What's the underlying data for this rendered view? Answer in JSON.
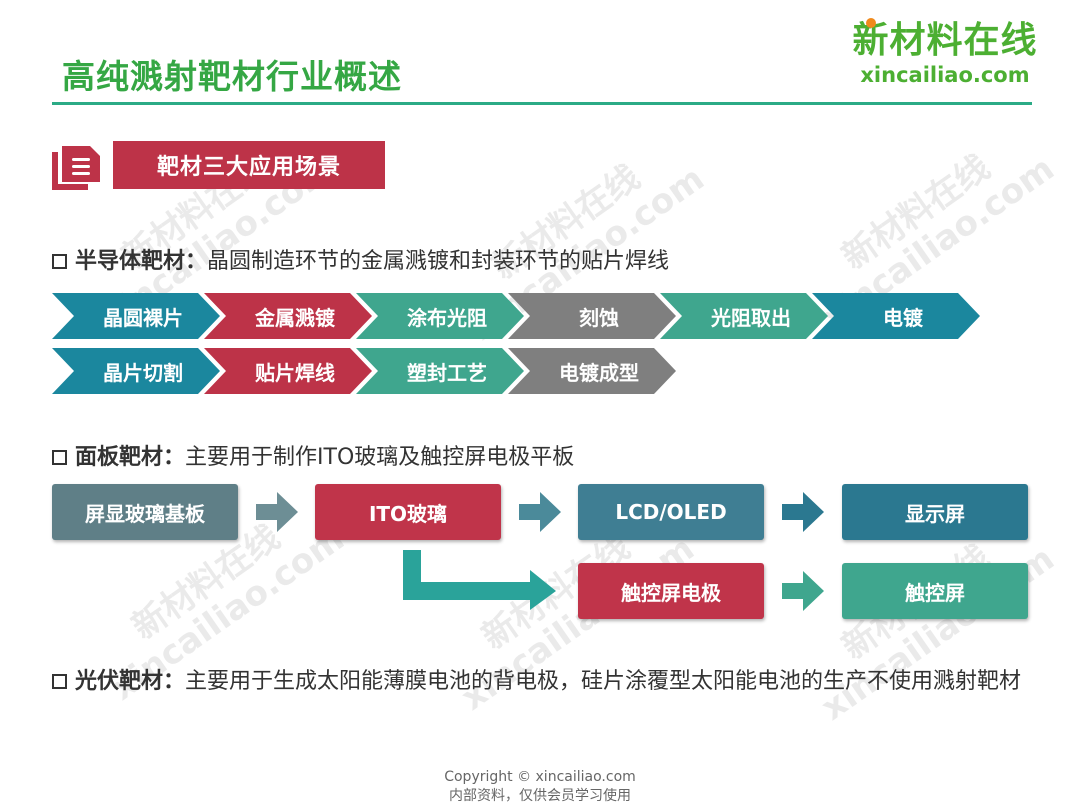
{
  "header": {
    "title": "高纯溅射靶材行业概述",
    "logo_cn": "新材料在线",
    "logo_en": "xincailiao.com"
  },
  "section": {
    "label": "靶材三大应用场景"
  },
  "semiconductor": {
    "label": "半导体靶材：",
    "desc": "晶圆制造环节的金属溅镀和封装环节的贴片焊线",
    "row1": [
      "晶圆裸片",
      "金属溅镀",
      "涂布光阻",
      "刻蚀",
      "光阻取出",
      "电镀"
    ],
    "row2": [
      "晶片切割",
      "贴片焊线",
      "塑封工艺",
      "电镀成型"
    ]
  },
  "panel": {
    "label": "面板靶材：",
    "desc": "主要用于制作ITO玻璃及触控屏电极平板",
    "main_flow": [
      "屏显玻璃基板",
      "ITO玻璃",
      "LCD/OLED",
      "显示屏"
    ],
    "branch_flow": [
      "触控屏电极",
      "触控屏"
    ]
  },
  "pv": {
    "label": "光伏靶材：",
    "desc": "主要用于生成太阳能薄膜电池的背电极，硅片涂覆型太阳能电池的生产不使用溅射靶材"
  },
  "watermark": {
    "cn": "新材料在线",
    "en": "xincailiao.com"
  },
  "footer": {
    "copyright": "Copyright © xincailiao.com",
    "note": "内部资料，仅供会员学习使用"
  },
  "colors": {
    "teal": "#1b879e",
    "red": "#bd3348",
    "green": "#3fa68e",
    "gray": "#7f7f7f"
  }
}
